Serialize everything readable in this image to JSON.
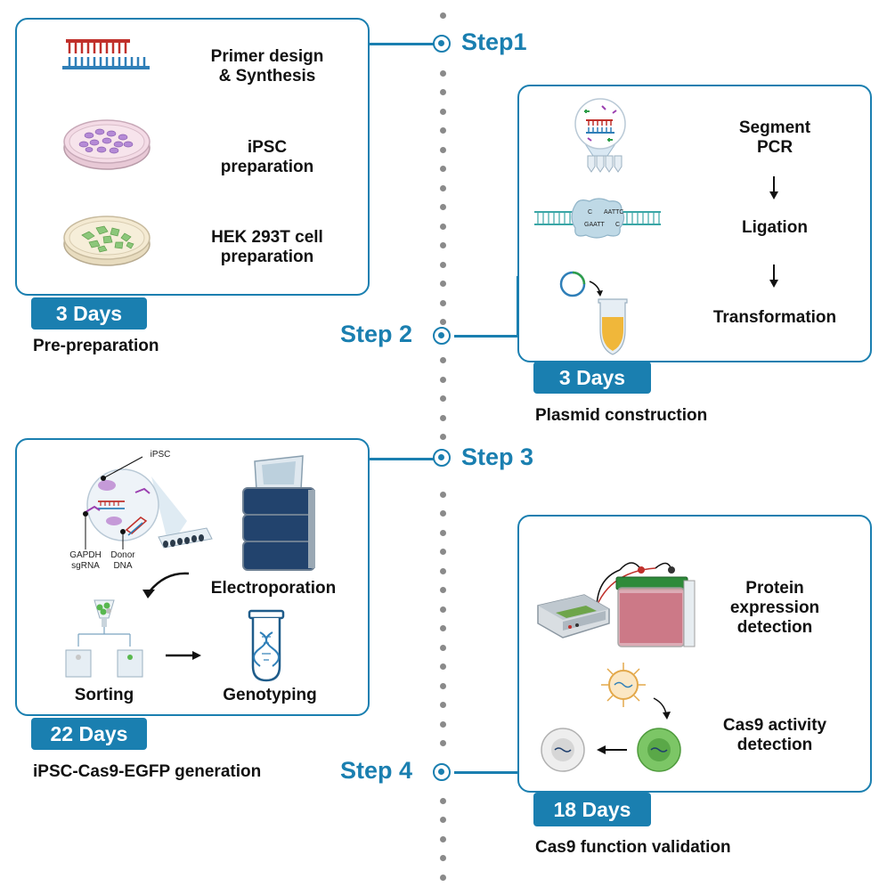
{
  "colors": {
    "accent": "#1a7fb0",
    "timeline_dot": "#8a8a8a"
  },
  "steps": {
    "step1": "Step1",
    "step2": "Step 2",
    "step3": "Step 3",
    "step4": "Step 4"
  },
  "pre_preparation": {
    "items": [
      {
        "label": "Primer design\n& Synthesis",
        "icon": "dna-primer-icon"
      },
      {
        "label": "iPSC\npreparation",
        "icon": "petri-dish-ipsc-icon"
      },
      {
        "label": "HEK 293T cell\npreparation",
        "icon": "petri-dish-hek-icon"
      }
    ],
    "duration": "3 Days",
    "caption": "Pre-preparation"
  },
  "plasmid": {
    "items": [
      {
        "label": "Segment\nPCR",
        "icon": "pcr-icon"
      },
      {
        "label": "Ligation",
        "icon": "ligation-icon"
      },
      {
        "label": "Transformation",
        "icon": "transformation-icon"
      }
    ],
    "ligation_seq_top": "AATTC",
    "ligation_seq_bottom": "GAATT",
    "ligation_c_left": "C",
    "ligation_c_right": "C",
    "duration": "3 Days",
    "caption": "Plasmid construction"
  },
  "generation": {
    "ipsc_label": "iPSC",
    "sgrna_label": "GAPDH\nsgRNA",
    "donor_label": "Donor\nDNA",
    "electroporation": "Electroporation",
    "sorting": "Sorting",
    "genotyping": "Genotyping",
    "duration": "22 Days",
    "caption": "iPSC-Cas9-EGFP generation"
  },
  "validation": {
    "protein": "Protein\nexpression\ndetection",
    "cas9": "Cas9 activity\ndetection",
    "duration": "18 Days",
    "caption": "Cas9 function validation"
  }
}
